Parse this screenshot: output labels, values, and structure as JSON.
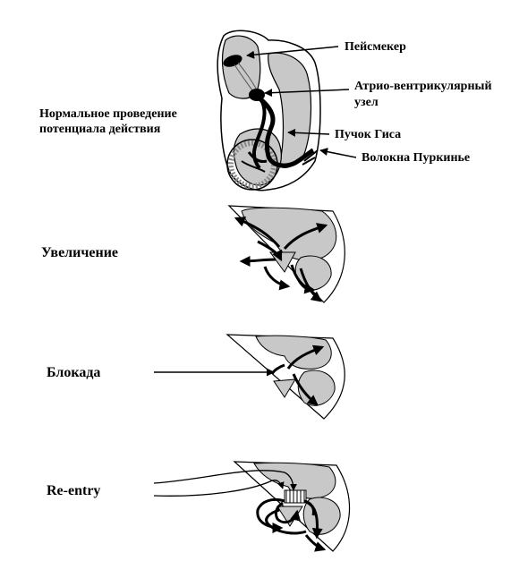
{
  "labels": {
    "pacemaker": "Пейсмекер",
    "av_node_line1": "Атрио-вентрикулярный",
    "av_node_line2": "узел",
    "bundle_his": "Пучок Гиса",
    "purkinje": "Волокна Пуркинье",
    "normal_line1": "Нормальное проведение",
    "normal_line2": "потенциала действия",
    "amplification": "Увеличение",
    "block": "Блокада",
    "reentry": "Re-entry"
  },
  "colors": {
    "tissue_fill": "#c8c8c8",
    "outline": "#000000",
    "background": "#ffffff"
  }
}
